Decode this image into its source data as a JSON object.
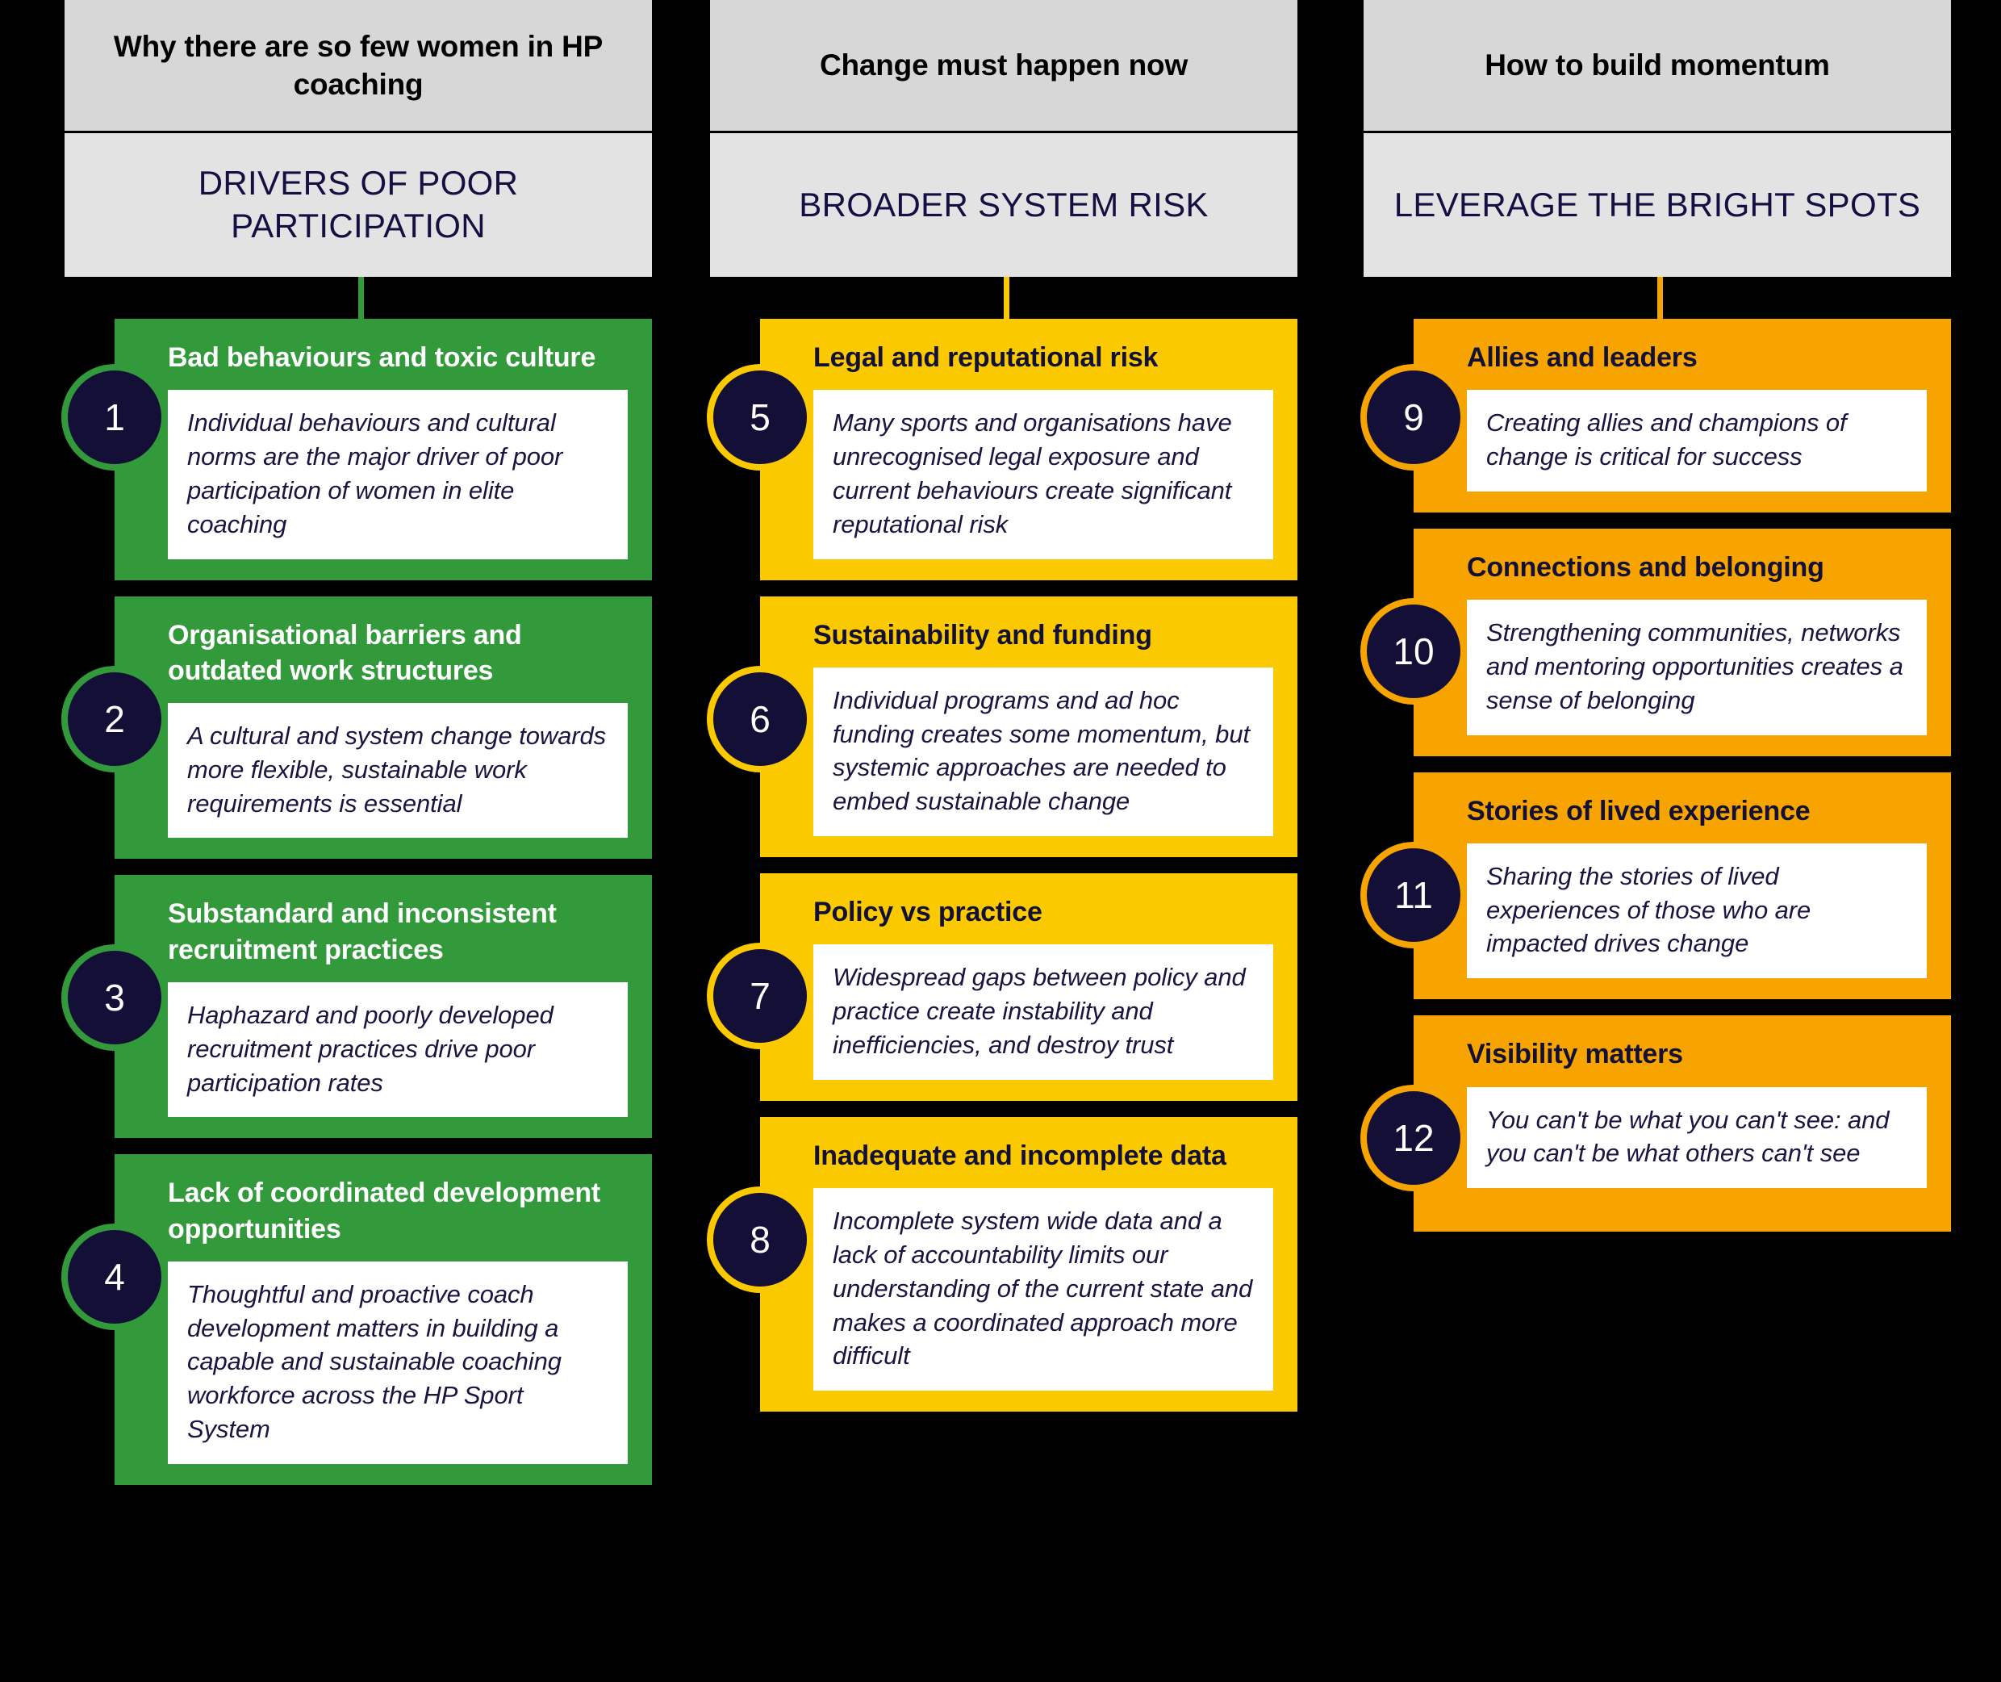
{
  "theme": {
    "background": "#000000",
    "header_top_bg": "#D7D7D7",
    "header_bottom_bg": "#E3E3E3",
    "header_top_text_color": "#000000",
    "header_bottom_text_color": "#141042",
    "badge_bg": "#140F37",
    "badge_text_color": "#FFFFFF",
    "body_box_bg": "#FFFFFF",
    "body_text_color": "#1B1340"
  },
  "columns": [
    {
      "id": "drivers-of-poor-participation",
      "accent": "#339A3C",
      "title_color": "on-dark",
      "kicker": "Why there are so few women in HP coaching",
      "heading": "DRIVERS OF POOR PARTICIPATION",
      "cards": [
        {
          "number": "1",
          "title": "Bad behaviours and toxic culture",
          "body": "Individual behaviours and cultural norms are the major driver of poor participation of women in elite coaching"
        },
        {
          "number": "2",
          "title": "Organisational barriers and outdated work structures",
          "body": "A cultural and system change towards more flexible, sustainable work requirements is essential"
        },
        {
          "number": "3",
          "title": "Substandard and inconsistent recruitment practices",
          "body": "Haphazard and poorly developed recruitment practices drive poor participation rates"
        },
        {
          "number": "4",
          "title": "Lack of coordinated development opportunities",
          "body": "Thoughtful and proactive coach development matters in building a capable and sustainable coaching workforce across the HP Sport System"
        }
      ]
    },
    {
      "id": "broader-system-risk",
      "accent": "#FBC900",
      "title_color": "on-light",
      "kicker": "Change must happen now",
      "heading": "BROADER SYSTEM RISK",
      "cards": [
        {
          "number": "5",
          "title": "Legal and reputational risk",
          "body": "Many sports and organisations have unrecognised legal exposure and current behaviours create significant reputational risk"
        },
        {
          "number": "6",
          "title": "Sustainability and funding",
          "body": "Individual programs and ad hoc funding creates some momentum, but systemic approaches are needed to embed sustainable change"
        },
        {
          "number": "7",
          "title": "Policy vs practice",
          "body": "Widespread gaps between policy and practice create instability and inefficiencies, and destroy trust"
        },
        {
          "number": "8",
          "title": "Inadequate and incomplete data",
          "body": "Incomplete system wide data and a lack of accountability limits our understanding of the current state and makes a coordinated approach more difficult"
        }
      ]
    },
    {
      "id": "leverage-the-bright-spots",
      "accent": "#F7A300",
      "title_color": "on-light",
      "kicker": "How to build momentum",
      "heading": "LEVERAGE THE BRIGHT SPOTS",
      "cards": [
        {
          "number": "9",
          "title": "Allies and leaders",
          "body": "Creating allies and champions of change is critical for success"
        },
        {
          "number": "10",
          "title": "Connections and belonging",
          "body": "Strengthening communities, networks and mentoring opportunities creates a sense of belonging"
        },
        {
          "number": "11",
          "title": "Stories of lived experience",
          "body": "Sharing the stories of lived experiences of those who are impacted drives change"
        },
        {
          "number": "12",
          "title": "Visibility matters",
          "body": "You can't be what you can't see: and you can't be what others can't see"
        }
      ]
    }
  ]
}
